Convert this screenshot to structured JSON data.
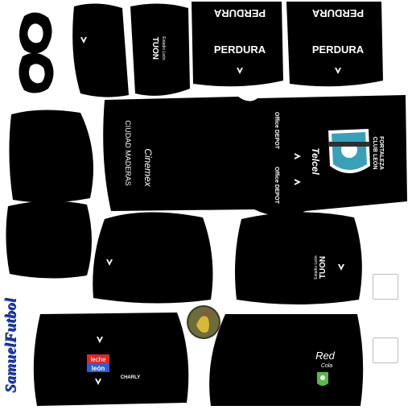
{
  "sponsor_main": "PERDURA",
  "sleeve_text_top": "Estadio León",
  "sleeve_text_bottom": "TUON",
  "shirt": {
    "left_script": "Cinemex",
    "left_sub": "CIUDAD MADERAS",
    "telcel": "Telcel",
    "office_depot": "Office DEPOT",
    "crest_top": "CLUB LEÓN",
    "crest_bottom": "FORTALEZA"
  },
  "shorts": {
    "leche": "leche",
    "leon": "león",
    "charly": "CHARLY",
    "red_cola": "Red",
    "cola": "Cola"
  },
  "watermark": "SamuelFutbol",
  "colors": {
    "kit": "#000000",
    "watermark": "#1f3fb0",
    "crest": "#3aa0b8"
  }
}
